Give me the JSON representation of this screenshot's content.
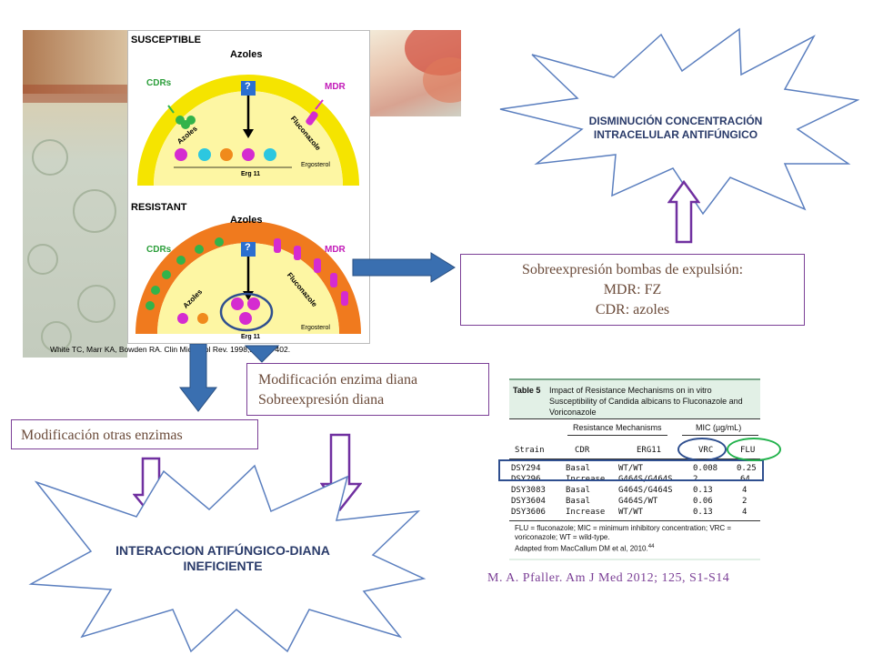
{
  "figure": {
    "susceptible_title": "SUSCEPTIBLE",
    "resistant_title": "RESISTANT",
    "azoles": "Azoles",
    "cdrs": "CDRs",
    "mdr": "MDR",
    "azoles_diag": "Azoles",
    "fluconazole": "Fluconazole",
    "ergosterol": "Ergosterol",
    "erg11": "Erg 11",
    "question": "?",
    "citation": "White TC, Marr KA, Bowden RA. Clin Microbiol Rev. 1998;11:382-402."
  },
  "star_top": {
    "line1": "DISMINUCIÓN CONCENTRACIÓN",
    "line2": "INTRACELULAR ANTIFÚNGICO"
  },
  "box_pumps": {
    "line1": "Sobreexpresión bombas de expulsión:",
    "line2": "MDR: FZ",
    "line3": "CDR: azoles"
  },
  "box_target": {
    "line1": "Modificación enzima diana",
    "line2": "Sobreexpresión diana"
  },
  "box_other": {
    "line1": "Modificación otras enzimas"
  },
  "star_bottom": {
    "line1": "INTERACCION ATIFÚNGICO-DIANA",
    "line2": "INEFICIENTE"
  },
  "table": {
    "label": "Table 5",
    "title_line1": "Impact of Resistance Mechanisms on in vitro",
    "title_line2": "Susceptibility of Candida albicans to Fluconazole and",
    "title_line3": "Voriconazole",
    "group_resistance": "Resistance Mechanisms",
    "group_mic": "MIC (µg/mL)",
    "headers": [
      "Strain",
      "CDR",
      "ERG11",
      "VRC",
      "FLU"
    ],
    "rows": [
      [
        "DSY294",
        "Basal",
        "WT/WT",
        "0.008",
        "0.25"
      ],
      [
        "DSY296",
        "Increase",
        "G464S/G464S",
        "2",
        "64"
      ],
      [
        "DSY3083",
        "Basal",
        "G464S/G464S",
        "0.13",
        "4"
      ],
      [
        "DSY3604",
        "Basal",
        "G464S/WT",
        "0.06",
        "2"
      ],
      [
        "DSY3606",
        "Increase",
        "WT/WT",
        "0.13",
        "4"
      ]
    ],
    "footnote1": "FLU = fluconazole; MIC = minimum inhibitory concentration; VRC =",
    "footnote2": "voriconazole; WT = wild-type.",
    "footnote3": "Adapted from MacCallum DM et al, 2010.",
    "footnote_ref": "44"
  },
  "citation_bottom": "M. A. Pfaller. Am J Med 2012; 125, S1-S14",
  "colors": {
    "arrow_blue": "#3a6fb0",
    "arrow_purple": "#7030a0",
    "box_border": "#7b3f96",
    "star_border": "#5b7fbf",
    "cell_yellow": "#f5e400",
    "membrane_orange": "#f07a1e",
    "table_bg": "#e2f0e6",
    "ellipse_blue": "#2f4f8f",
    "ellipse_green": "#22b24c"
  }
}
